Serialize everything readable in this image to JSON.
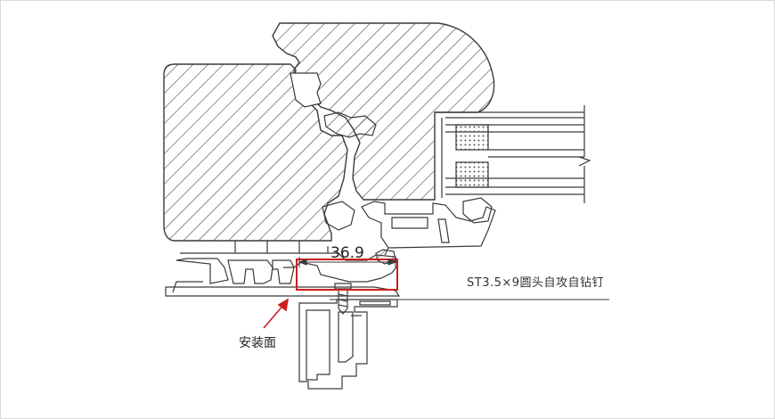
{
  "labels": {
    "dimension": "36.9",
    "screw_note": "ST3.5×9圆头自攻自钻钉",
    "mounting_face": "安装面"
  },
  "colors": {
    "line": "#3a3a3a",
    "hatch": "#444444",
    "frame_border": "#d8d8d8",
    "highlight": "#cc1f1f",
    "text": "#222222"
  },
  "icons": {
    "mounting_pointer": "red-arrow-icon",
    "screw": "screw-icon"
  }
}
